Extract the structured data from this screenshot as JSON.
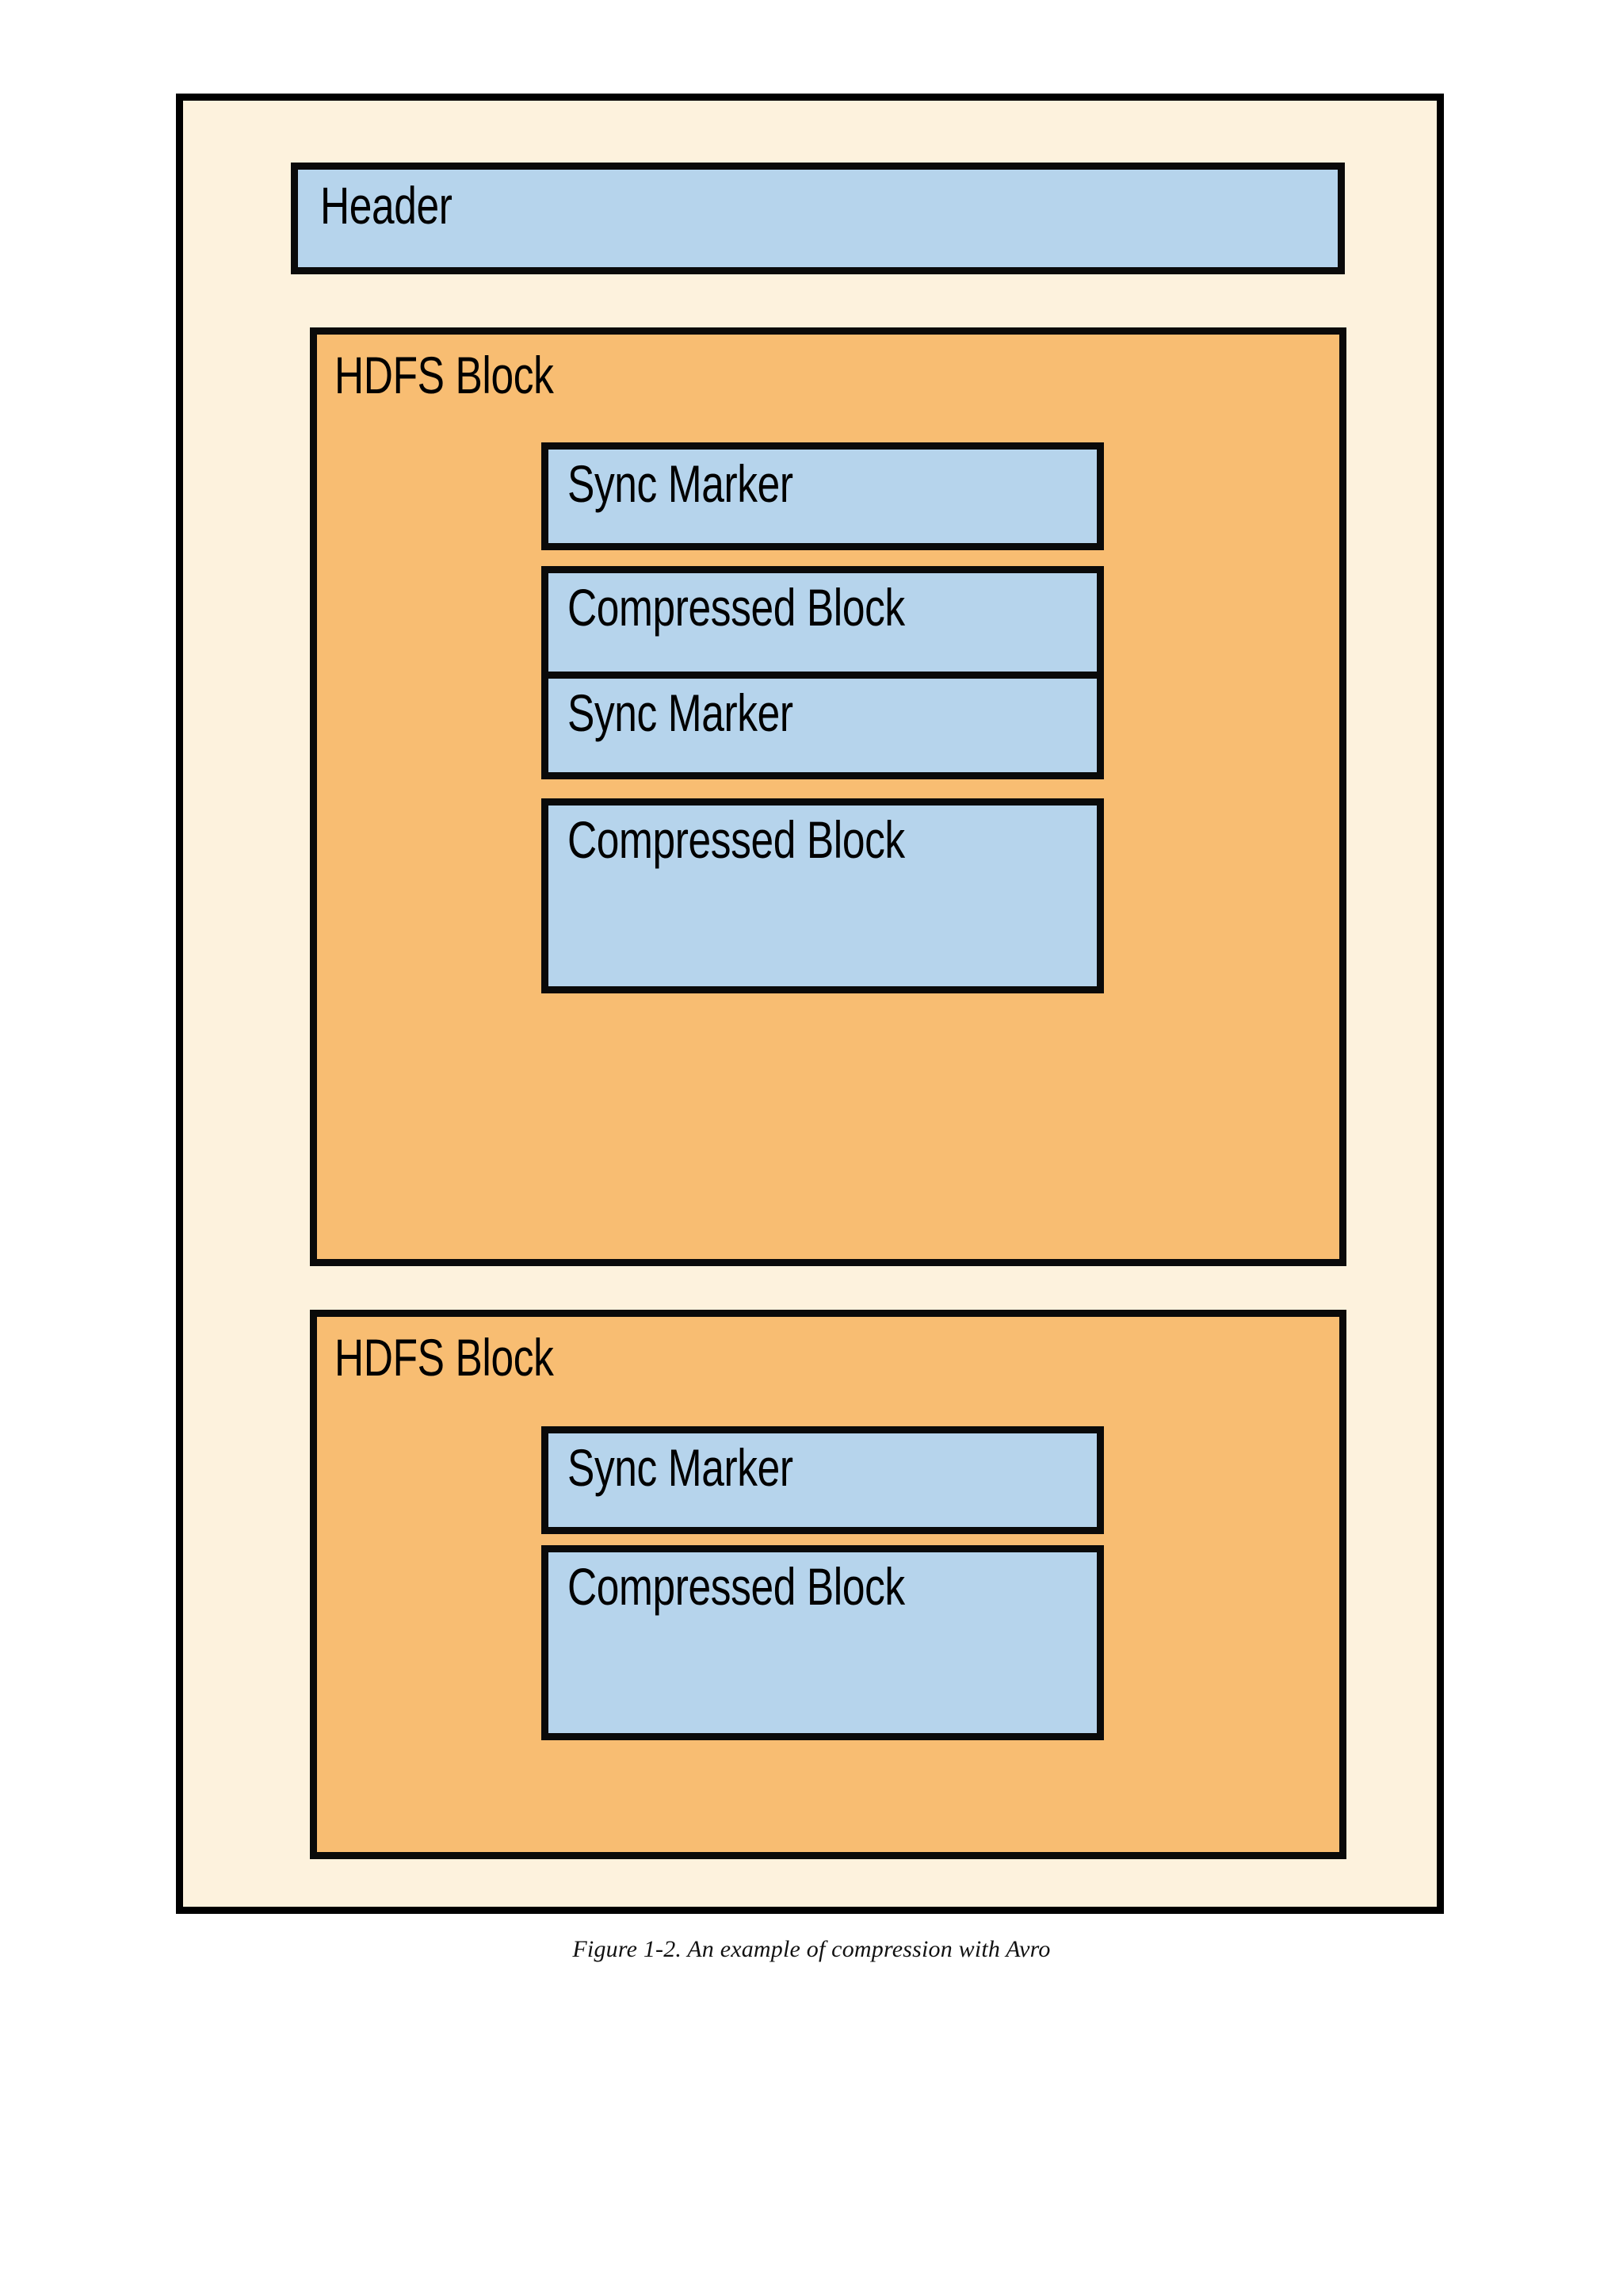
{
  "figure": {
    "caption": "Figure 1-2. An example of compression with Avro",
    "colors": {
      "outer_background": "#fdf2dd",
      "hdfs_block_fill": "#f8bd72",
      "inner_block_fill": "#b6d4ec",
      "border": "#0a0a0a",
      "page_background": "#ffffff"
    }
  },
  "avro_file": {
    "header": {
      "label": "Header"
    },
    "hdfs_blocks": [
      {
        "label": "HDFS Block",
        "items": [
          {
            "label": "Sync Marker",
            "kind": "sync-marker"
          },
          {
            "label": "Compressed Block",
            "kind": "compressed-block"
          },
          {
            "label": "Sync Marker",
            "kind": "sync-marker"
          },
          {
            "label": "Compressed Block",
            "kind": "compressed-block"
          }
        ]
      },
      {
        "label": "HDFS Block",
        "items": [
          {
            "label": "Sync Marker",
            "kind": "sync-marker"
          },
          {
            "label": "Compressed Block",
            "kind": "compressed-block"
          }
        ]
      }
    ]
  }
}
